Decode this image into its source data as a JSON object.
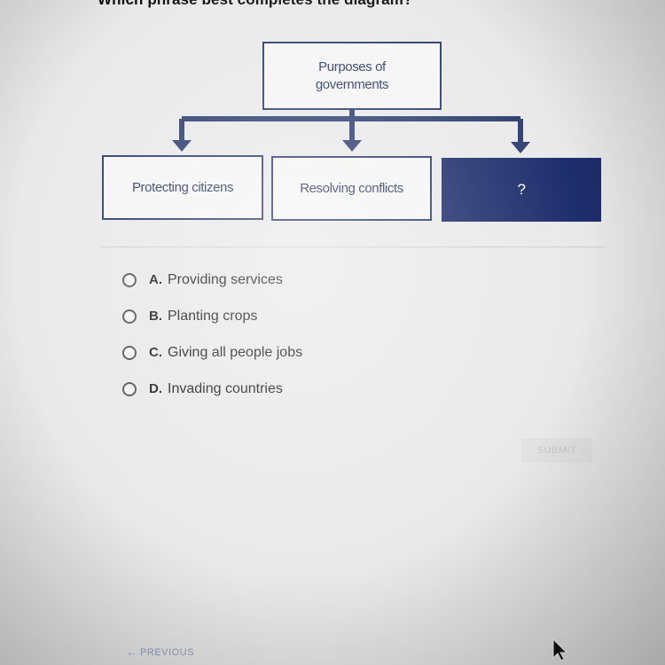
{
  "question": {
    "text": "Which phrase best completes the diagram?"
  },
  "diagram": {
    "top_box_lines": [
      "Purposes of",
      "governments"
    ],
    "boxes": [
      "Protecting citizens",
      "Resolving conflicts",
      "?"
    ],
    "colors": {
      "border": "#2c3e70",
      "unknown_fill": "#1e2d6c"
    }
  },
  "options": [
    {
      "letter": "A.",
      "text": "Providing services"
    },
    {
      "letter": "B.",
      "text": "Planting crops"
    },
    {
      "letter": "C.",
      "text": "Giving all people jobs"
    },
    {
      "letter": "D.",
      "text": "Invading countries"
    }
  ],
  "submit": {
    "label": "SUBMIT"
  },
  "nav": {
    "previous_label": "PREVIOUS",
    "previous_icon": "left-arrow-icon"
  },
  "cursor": {
    "icon": "mouse-pointer-icon"
  }
}
